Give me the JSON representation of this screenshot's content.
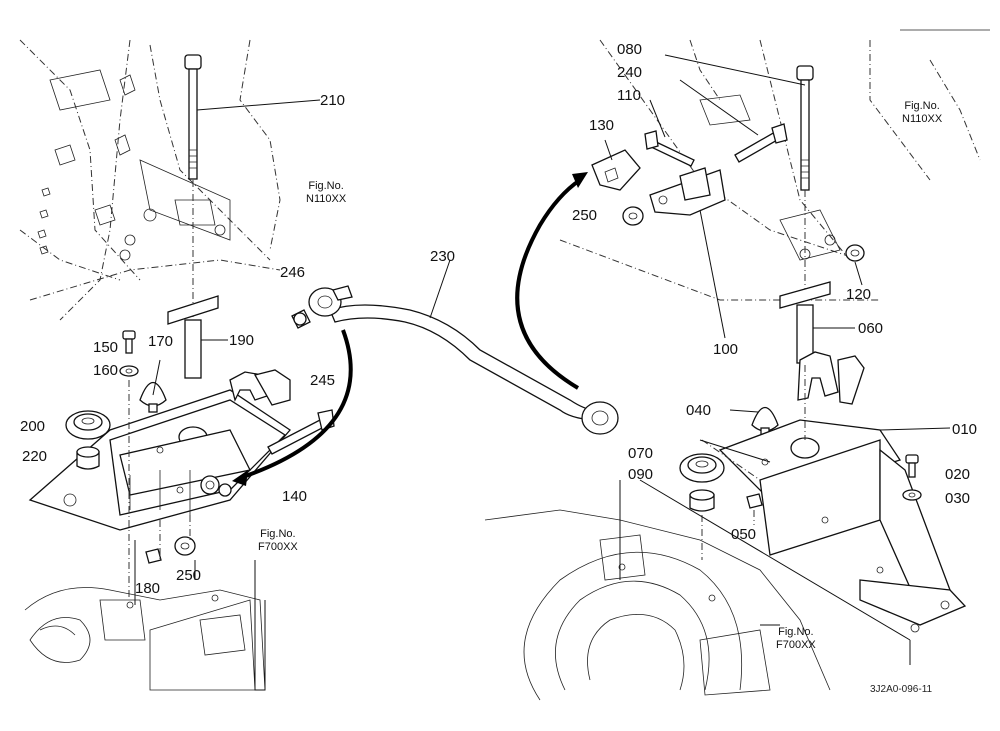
{
  "parts": {
    "p210": "210",
    "p150": "150",
    "p170": "170",
    "p190": "190",
    "p160": "160",
    "p200": "200",
    "p220": "220",
    "p140": "140",
    "p180": "180",
    "p250_left": "250",
    "p246": "246",
    "p230": "230",
    "p245": "245",
    "p080": "080",
    "p240": "240",
    "p110": "110",
    "p130": "130",
    "p250_right": "250",
    "p100": "100",
    "p120": "120",
    "p060": "060",
    "p040": "040",
    "p010": "010",
    "p070": "070",
    "p090": "090",
    "p050": "050",
    "p020": "020",
    "p030": "030"
  },
  "references": {
    "ref_left_n110": {
      "line1": "Fig.No.",
      "line2": "N110XX"
    },
    "ref_left_f700": {
      "line1": "Fig.No.",
      "line2": "F700XX"
    },
    "ref_right_n110": {
      "line1": "Fig.No.",
      "line2": "N110XX"
    },
    "ref_right_f700": {
      "line1": "Fig.No.",
      "line2": "F700XX"
    }
  },
  "drawing_code": "3J2A0-096-11"
}
